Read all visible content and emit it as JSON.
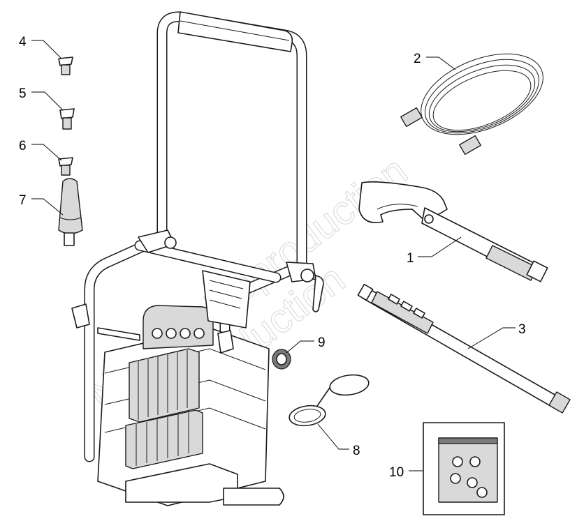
{
  "callouts": [
    {
      "id": "1",
      "label": "1"
    },
    {
      "id": "2",
      "label": "2"
    },
    {
      "id": "3",
      "label": "3"
    },
    {
      "id": "4",
      "label": "4"
    },
    {
      "id": "5",
      "label": "5"
    },
    {
      "id": "6",
      "label": "6"
    },
    {
      "id": "7",
      "label": "7"
    },
    {
      "id": "8",
      "label": "8"
    },
    {
      "id": "9",
      "label": "9"
    },
    {
      "id": "10",
      "label": "10"
    }
  ],
  "watermark": {
    "line1": "Not For Reproduction",
    "line2": "Reproduction"
  }
}
